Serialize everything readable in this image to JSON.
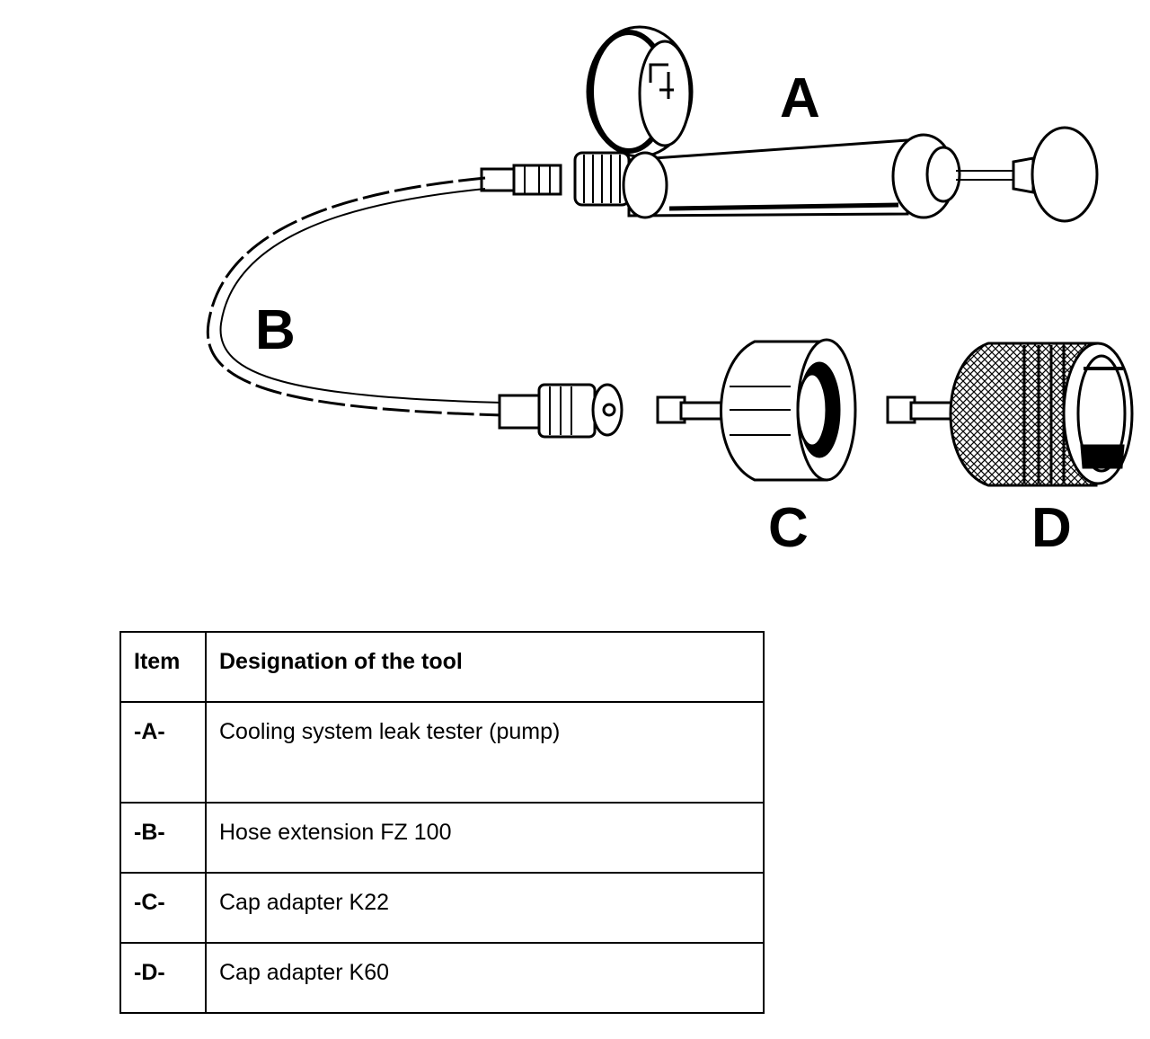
{
  "callouts": {
    "a": "A",
    "b": "B",
    "c": "C",
    "d": "D"
  },
  "table": {
    "headers": {
      "item": "Item",
      "designation": "Designation of the tool"
    },
    "rows": [
      {
        "item": "-A-",
        "designation": "Cooling system leak tester (pump)"
      },
      {
        "item": "-B-",
        "designation": "Hose extension FZ 100"
      },
      {
        "item": "-C-",
        "designation": "Cap adapter K22"
      },
      {
        "item": "-D-",
        "designation": "Cap adapter K60"
      }
    ]
  }
}
